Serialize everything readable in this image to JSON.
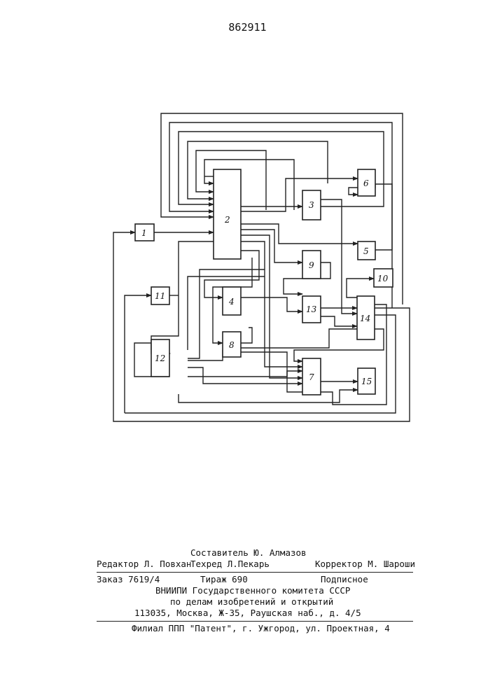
{
  "page_number": "862911",
  "diagram": {
    "blocks": [
      {
        "id": "b1",
        "label": "1"
      },
      {
        "id": "b2",
        "label": "2"
      },
      {
        "id": "b3",
        "label": "3"
      },
      {
        "id": "b4",
        "label": "4"
      },
      {
        "id": "b5",
        "label": "5"
      },
      {
        "id": "b6",
        "label": "6"
      },
      {
        "id": "b7",
        "label": "7"
      },
      {
        "id": "b8",
        "label": "8"
      },
      {
        "id": "b9",
        "label": "9"
      },
      {
        "id": "b10",
        "label": "10"
      },
      {
        "id": "b11",
        "label": "11"
      },
      {
        "id": "b12",
        "label": "12"
      },
      {
        "id": "b13",
        "label": "13"
      },
      {
        "id": "b14",
        "label": "14"
      },
      {
        "id": "b15",
        "label": "15"
      }
    ]
  },
  "imprint": {
    "compiler": "Составитель Ю. Алмазов",
    "editor": "Редактор Л. Повхан",
    "techred": "Техред Л.Пекарь",
    "corrector": "Корректор М. Шароши",
    "order": "Заказ 7619/4",
    "print_run": "Тираж 690",
    "subscription": "Подписное",
    "org_line1": "ВНИИПИ Государственного комитета СССР",
    "org_line2": "по делам изобретений и открытий",
    "address": "113035, Москва, Ж-35, Раушская наб., д. 4/5",
    "branch": "Филиал ППП \"Патент\", г. Ужгород, ул. Проектная, 4"
  }
}
